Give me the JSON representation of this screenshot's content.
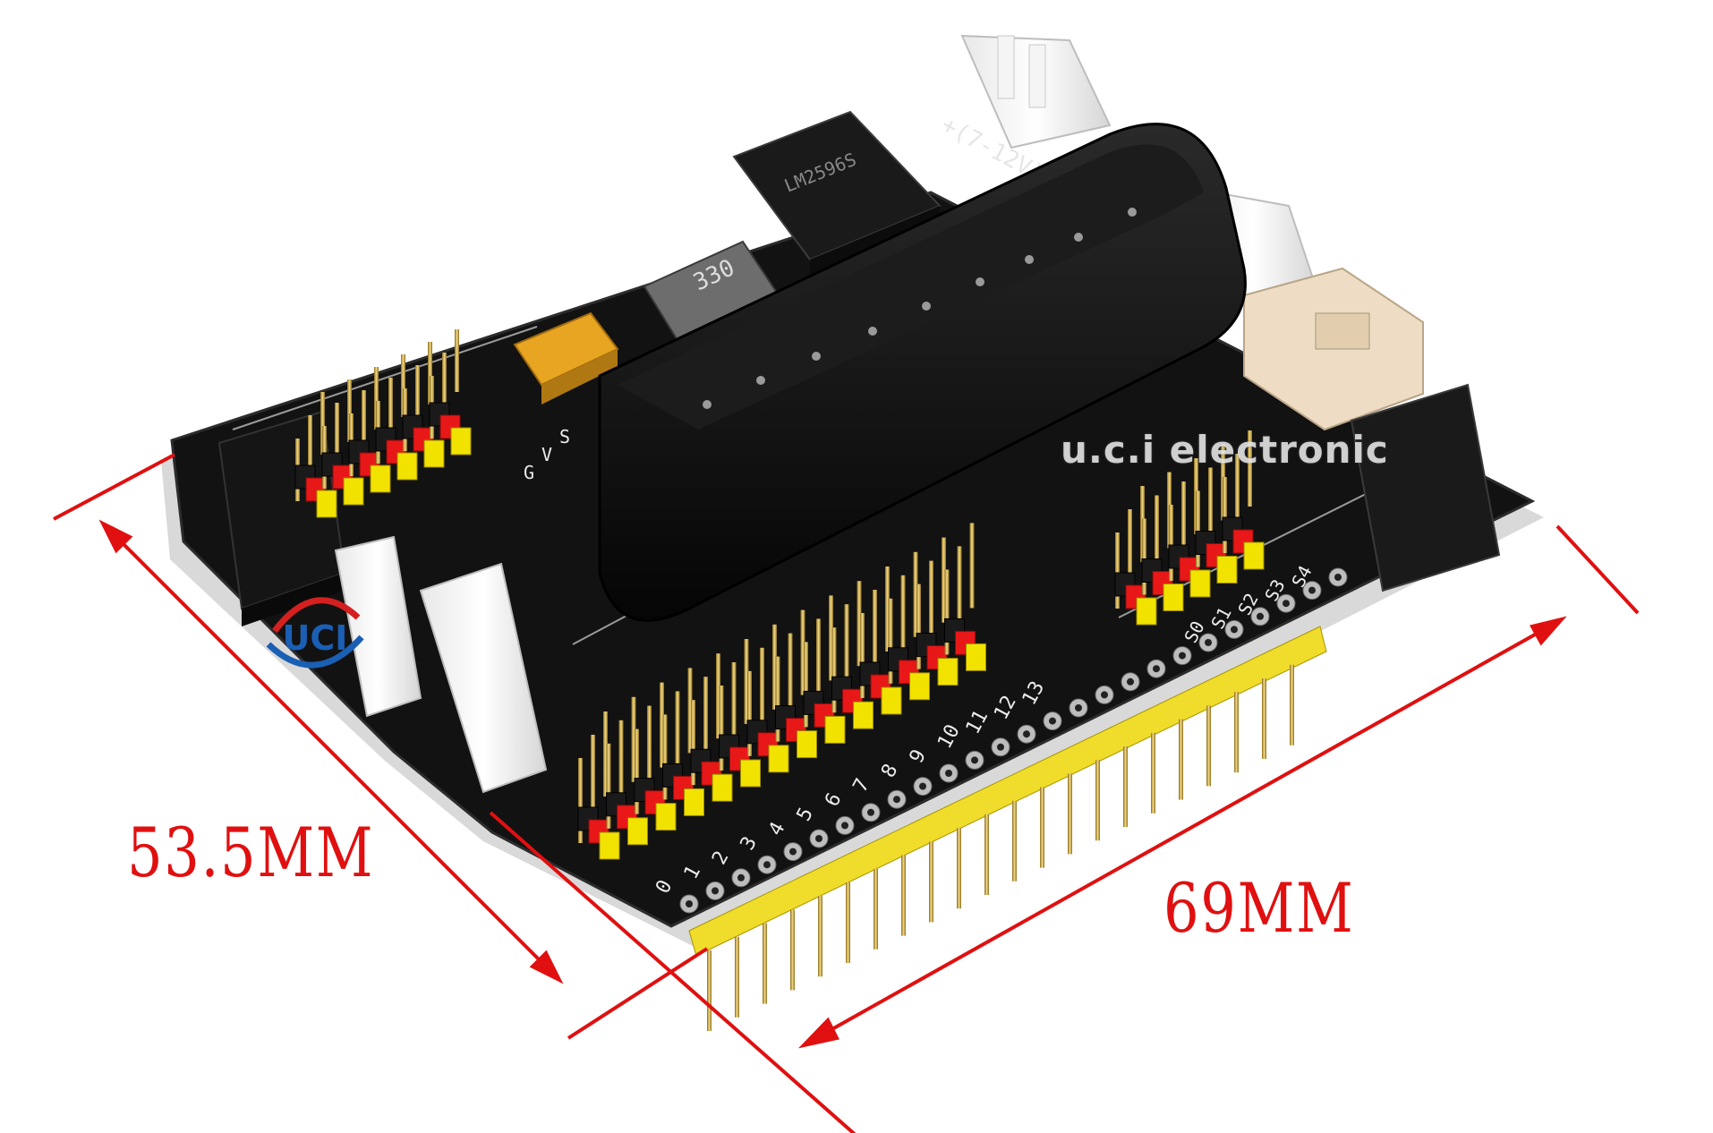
{
  "image": {
    "description": "Product photo of a black Arduino expansion shield with PS2 controller socket, yellow/red/black pin headers, white JST connectors and red dimension markings",
    "background": "#ffffff"
  },
  "dimensions": {
    "width_label": "53.5MM",
    "length_label": "69MM",
    "color": "#e01010"
  },
  "watermark": {
    "text": "u.c.i electronic",
    "logo_text": "UCI"
  },
  "board": {
    "pcb_color": "#121212",
    "header_colors": [
      "#f2e200",
      "#e81818",
      "#1a1a1a"
    ],
    "inductor_marking": "330",
    "regulator_marking": "LM2596S",
    "power_silkscreen": "+(7-12V)",
    "digital_pin_labels": [
      "0",
      "1",
      "2",
      "3",
      "4",
      "5",
      "6",
      "7",
      "8",
      "9",
      "10",
      "11",
      "12",
      "13"
    ],
    "servo_pin_labels": [
      "S0",
      "S1",
      "S2",
      "S3",
      "S4"
    ],
    "header_letters": [
      "G",
      "V",
      "S"
    ]
  }
}
